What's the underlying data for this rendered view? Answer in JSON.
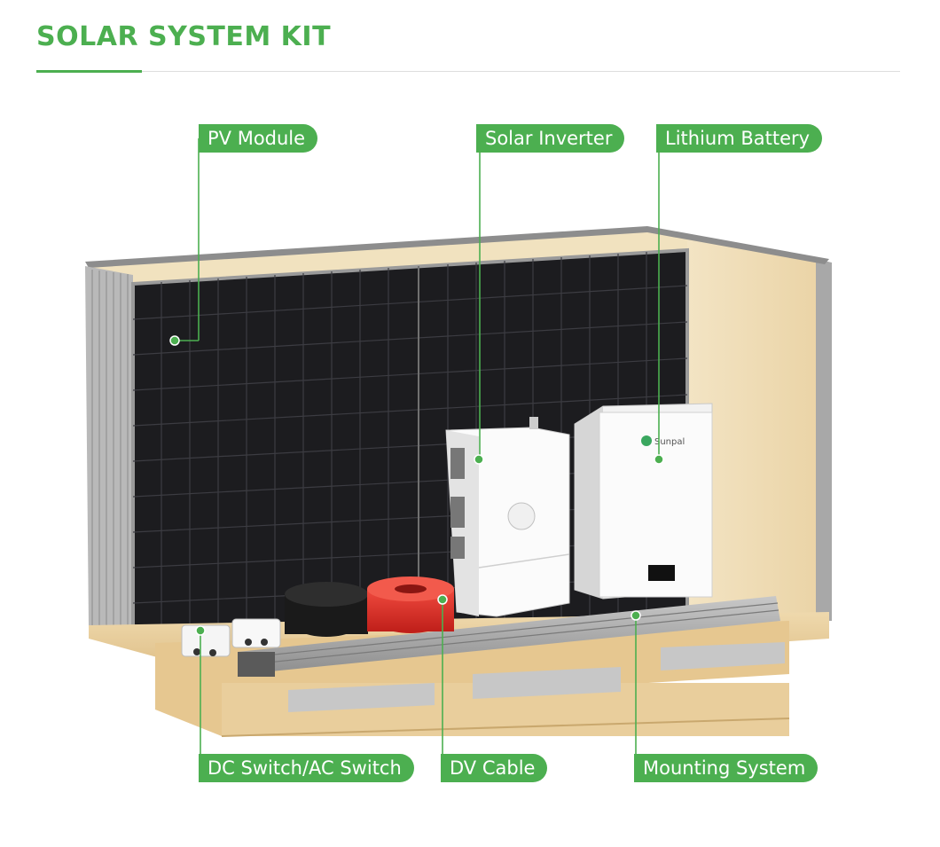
{
  "header": {
    "title": "SOLAR SYSTEM KIT"
  },
  "callouts": {
    "pv_module": "PV Module",
    "solar_inverter": "Solar Inverter",
    "lithium_battery": "Lithium Battery",
    "dc_ac_switch": "DC Switch/AC Switch",
    "dv_cable": "DV Cable",
    "mounting_system": "Mounting System"
  },
  "battery_brand": "Sunpal",
  "colors": {
    "accent": "#4caf50",
    "cable_red": "#e02a24",
    "cable_black": "#1a1a1a",
    "wood": "#e8cc99"
  }
}
